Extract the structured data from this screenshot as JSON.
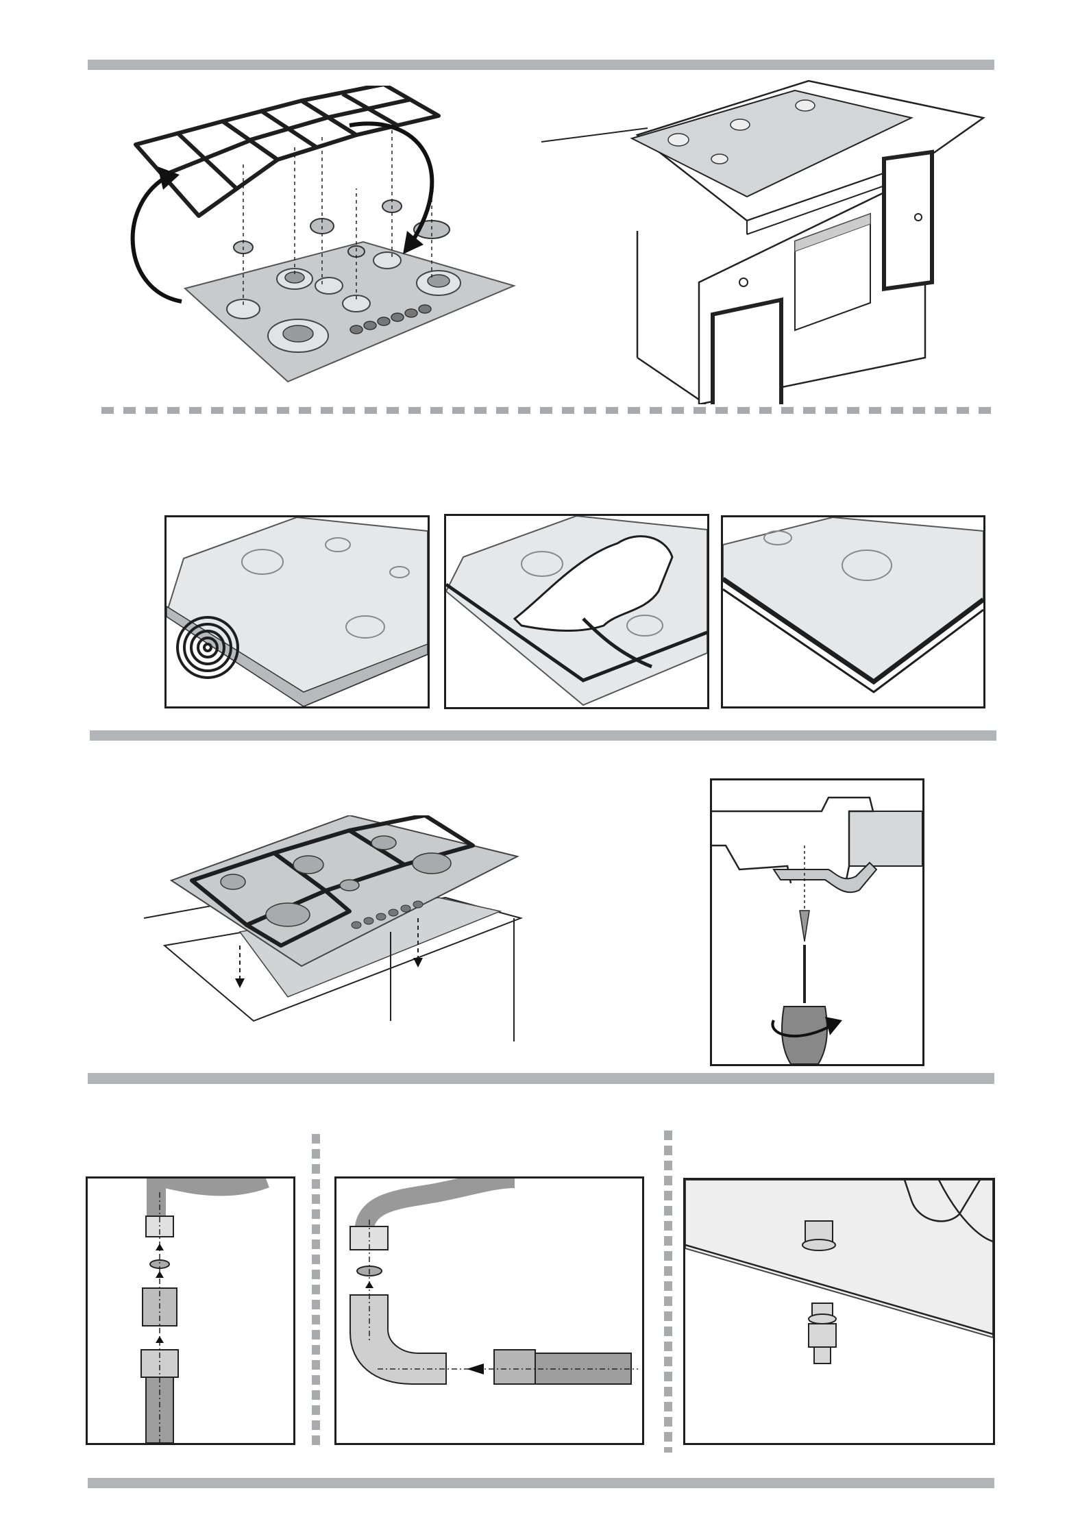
{
  "document": {
    "type": "installation-instructions-illustration-page",
    "illustrations": [
      "grid-removal-exploded-view",
      "kitchen-cabinet-with-hob",
      "seal-step-roll",
      "seal-step-apply",
      "seal-step-fitted",
      "hob-drop-in-countertop",
      "bracket-screw-detail",
      "gas-connector-straight",
      "gas-connector-elbow",
      "gas-connector-underside"
    ]
  },
  "colors": {
    "rule": "#b3b4b8",
    "ink": "#1e1e1e",
    "steel": "#c9cacc"
  }
}
